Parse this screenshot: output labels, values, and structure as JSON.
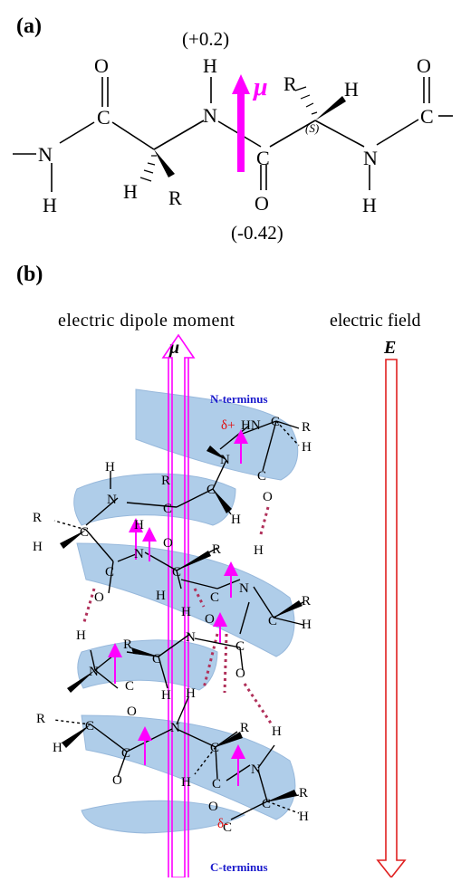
{
  "panel_a": {
    "label": "(a)",
    "dipole_symbol": "μ",
    "charge_top": "(+0.2)",
    "charge_bottom": "(-0.42)",
    "stereo_label": "(S)",
    "atoms": {
      "o1": "O",
      "c1": "C",
      "n_left": "N",
      "h_left": "H",
      "h_alpha1": "H",
      "r_alpha1": "R",
      "h_n2": "H",
      "n2": "N",
      "c_carbonyl": "C",
      "o_carbonyl": "O",
      "r_alpha2": "R",
      "h_alpha2": "H",
      "n3": "N",
      "h_n3": "H",
      "o_right": "O",
      "c_right": "C"
    }
  },
  "panel_b": {
    "label": "(b)",
    "dipole_title": "electric dipole moment",
    "field_title": "electric field",
    "mu_symbol": "μ",
    "e_symbol": "E",
    "n_terminus": "N-terminus",
    "c_terminus": "C-terminus",
    "delta_plus": "δ+",
    "delta_minus": "δ-",
    "atoms": {
      "hn_top": "HN",
      "n_top": "N",
      "atom_c": "C",
      "atom_h": "H",
      "atom_r": "R",
      "atom_o": "O",
      "atom_n": "N"
    }
  },
  "colors": {
    "magenta": "#ff00ff",
    "helix": "#a9c9e8",
    "helix_edge": "#7fa9d4",
    "field_red": "#e02020",
    "terminus_blue": "#1a1acc",
    "delta_red": "#e01010",
    "hbond": "#b0305a"
  }
}
